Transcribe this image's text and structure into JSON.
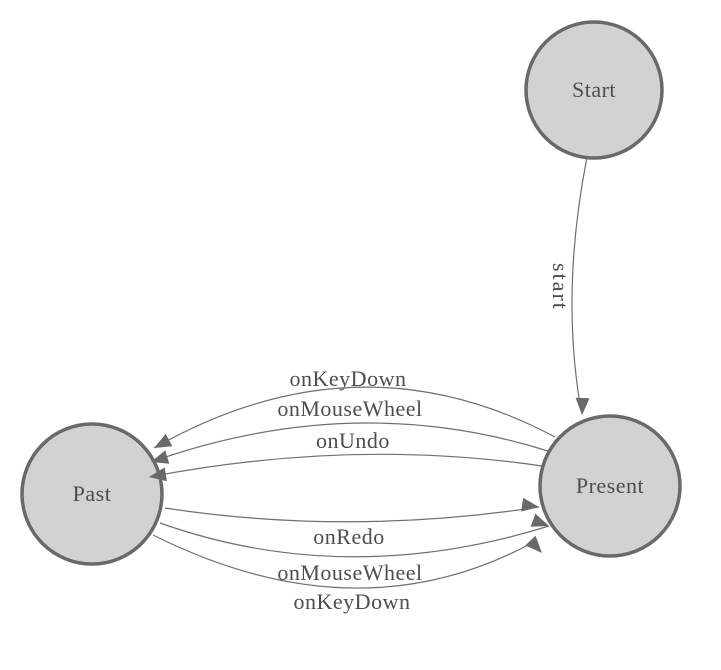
{
  "diagram": {
    "type": "state-machine",
    "background": "#ffffff",
    "nodes": [
      {
        "id": "start",
        "label": "Start"
      },
      {
        "id": "present",
        "label": "Present"
      },
      {
        "id": "past",
        "label": "Past"
      }
    ],
    "edges": [
      {
        "from": "start",
        "to": "present",
        "label": "start"
      },
      {
        "from": "present",
        "to": "past",
        "label": "onKeyDown"
      },
      {
        "from": "present",
        "to": "past",
        "label": "onMouseWheel"
      },
      {
        "from": "present",
        "to": "past",
        "label": "onUndo"
      },
      {
        "from": "past",
        "to": "present",
        "label": "onRedo"
      },
      {
        "from": "past",
        "to": "present",
        "label": "onMouseWheel"
      },
      {
        "from": "past",
        "to": "present",
        "label": "onKeyDown"
      }
    ],
    "colors": {
      "node_fill": "#d2d2d2",
      "node_stroke": "#696969",
      "edge_stroke": "#6f6f6f",
      "arrow_fill": "#696969",
      "label_color": "#4d4d4d"
    }
  }
}
